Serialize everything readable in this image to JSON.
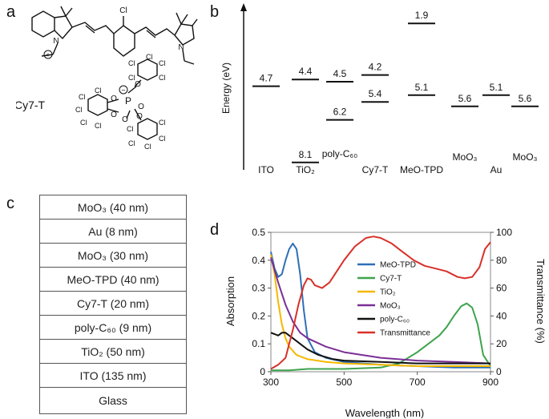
{
  "panels": {
    "a": "a",
    "b": "b",
    "c": "c",
    "d": "d"
  },
  "molecule": {
    "label": "Cy7-T",
    "cl_atom": "Cl",
    "n_atom": "N",
    "o_atom": "O",
    "p_atom": "P",
    "plus": "+",
    "minus": "−"
  },
  "energy_diagram": {
    "ylabel": "Energy (eV)",
    "materials": [
      {
        "name": "ITO",
        "levels": [
          4.7
        ]
      },
      {
        "name": "TiO₂",
        "levels": [
          4.4,
          8.1
        ]
      },
      {
        "name": "poly-C₆₀",
        "levels": [
          4.5,
          6.2
        ]
      },
      {
        "name": "Cy7-T",
        "levels": [
          4.2,
          5.4
        ]
      },
      {
        "name": "MeO-TPD",
        "levels": [
          1.9,
          5.1
        ]
      },
      {
        "name": "MoO₃",
        "levels": [
          5.6
        ]
      },
      {
        "name": "Au",
        "levels": [
          5.1
        ]
      },
      {
        "name": "MoO₃",
        "levels": [
          5.6
        ]
      }
    ],
    "level_labels": [
      "4.7",
      "4.4",
      "8.1",
      "4.5",
      "6.2",
      "4.2",
      "5.4",
      "1.9",
      "5.1",
      "5.6",
      "5.1",
      "5.6"
    ],
    "material_labels": [
      "ITO",
      "TiO₂",
      "poly-C₆₀",
      "Cy7-T",
      "MeO-TPD",
      "MoO₃",
      "Au",
      "MoO₃"
    ]
  },
  "device_stack": {
    "layers": [
      "MoO₃ (40 nm)",
      "Au (8 nm)",
      "MoO₃ (30 nm)",
      "MeO-TPD (40 nm)",
      "Cy7-T (20 nm)",
      "poly-C₆₀ (9 nm)",
      "TiO₂ (50 nm)",
      "ITO (135 nm)",
      "Glass"
    ]
  },
  "chart_data": {
    "type": "line",
    "xlabel": "Wavelength (nm)",
    "ylabel": "Absorption",
    "y2label": "Transmittance (%)",
    "xlim": [
      300,
      900
    ],
    "ylim": [
      0,
      0.5
    ],
    "y2lim": [
      0,
      100
    ],
    "x_ticks": [
      "300",
      "500",
      "700",
      "900"
    ],
    "y_ticks": [
      "0",
      "0.1",
      "0.2",
      "0.3",
      "0.4",
      "0.5"
    ],
    "y2_ticks": [
      "0",
      "20",
      "40",
      "60",
      "80",
      "100"
    ],
    "legend_position": "top-right",
    "series": [
      {
        "name": "MeO-TPD",
        "color": "#2e6fb5",
        "axis": "left",
        "x": [
          300,
          310,
          320,
          330,
          340,
          350,
          360,
          370,
          380,
          390,
          400,
          420,
          450,
          500,
          600,
          700,
          800,
          900
        ],
        "y": [
          0.43,
          0.37,
          0.34,
          0.35,
          0.4,
          0.44,
          0.46,
          0.44,
          0.35,
          0.22,
          0.12,
          0.07,
          0.05,
          0.035,
          0.025,
          0.02,
          0.015,
          0.015
        ]
      },
      {
        "name": "Cy7-T",
        "color": "#3fa34d",
        "axis": "left",
        "x": [
          300,
          350,
          400,
          500,
          600,
          650,
          700,
          730,
          760,
          780,
          800,
          820,
          835,
          850,
          865,
          880,
          900
        ],
        "y": [
          0.005,
          0.005,
          0.01,
          0.01,
          0.015,
          0.03,
          0.07,
          0.1,
          0.13,
          0.16,
          0.2,
          0.235,
          0.245,
          0.23,
          0.17,
          0.06,
          0.02
        ]
      },
      {
        "name": "TiO₂",
        "color": "#f5b800",
        "axis": "left",
        "x": [
          300,
          310,
          320,
          330,
          340,
          350,
          370,
          400,
          450,
          500,
          600,
          700,
          800,
          900
        ],
        "y": [
          0.42,
          0.35,
          0.25,
          0.17,
          0.12,
          0.09,
          0.06,
          0.045,
          0.035,
          0.03,
          0.025,
          0.02,
          0.02,
          0.02
        ]
      },
      {
        "name": "MoO₃",
        "color": "#7a2f96",
        "axis": "left",
        "x": [
          300,
          320,
          340,
          360,
          380,
          400,
          450,
          500,
          600,
          700,
          800,
          900
        ],
        "y": [
          0.41,
          0.32,
          0.24,
          0.18,
          0.14,
          0.12,
          0.09,
          0.07,
          0.05,
          0.04,
          0.035,
          0.03
        ]
      },
      {
        "name": "poly-C₆₀",
        "color": "#111111",
        "axis": "left",
        "x": [
          300,
          310,
          320,
          330,
          340,
          350,
          360,
          370,
          380,
          400,
          430,
          470,
          500,
          600,
          700,
          800,
          900
        ],
        "y": [
          0.14,
          0.135,
          0.13,
          0.14,
          0.14,
          0.13,
          0.12,
          0.11,
          0.1,
          0.08,
          0.06,
          0.045,
          0.04,
          0.035,
          0.03,
          0.03,
          0.03
        ]
      },
      {
        "name": "Transmittance",
        "color": "#d9302a",
        "axis": "right",
        "x": [
          300,
          320,
          340,
          360,
          375,
          390,
          400,
          410,
          420,
          440,
          460,
          480,
          500,
          530,
          560,
          580,
          600,
          630,
          660,
          690,
          720,
          750,
          780,
          810,
          830,
          850,
          870,
          885,
          900
        ],
        "y": [
          2,
          5,
          10,
          30,
          48,
          62,
          67,
          66,
          62,
          60,
          64,
          72,
          80,
          90,
          96,
          97,
          96,
          92,
          86,
          80,
          76,
          74,
          72,
          68,
          67,
          68,
          75,
          88,
          93
        ]
      }
    ]
  }
}
